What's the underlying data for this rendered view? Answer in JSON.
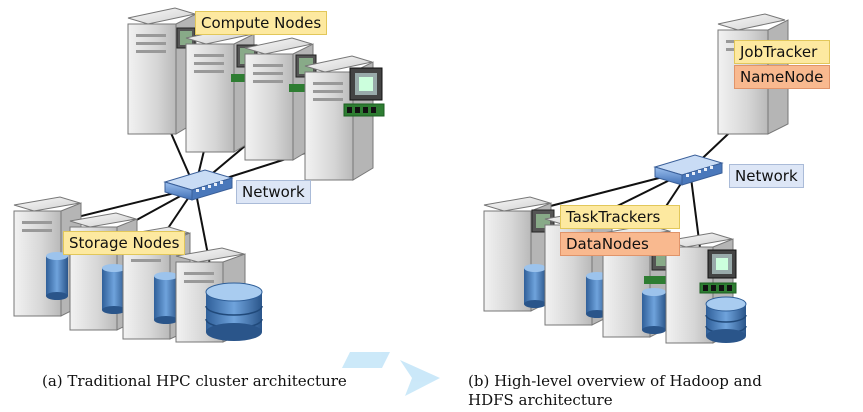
{
  "left": {
    "compute_label": "Compute Nodes",
    "storage_label": "Storage Nodes",
    "network_label": "Network",
    "caption": "(a) Traditional HPC cluster architecture"
  },
  "right": {
    "jobtracker_label": "JobTracker",
    "namenode_label": "NameNode",
    "tasktrackers_label": "TaskTrackers",
    "datanodes_label": "DataNodes",
    "network_label": "Network",
    "caption_line1": "(b) High-level overview of Hadoop and",
    "caption_line2": "HDFS architecture"
  },
  "colors": {
    "server_body": "#d9d9d9",
    "cpu_green": "#4caf50",
    "disk_blue": "#3f7fbf",
    "switch_blue": "#5b8fd6",
    "yellow_label": "#fde9a0",
    "orange_label": "#f9b98f",
    "blue_label": "#dde6f6"
  }
}
